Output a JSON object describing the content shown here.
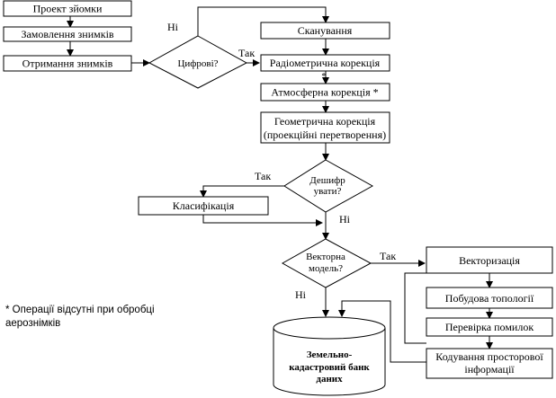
{
  "nodes": {
    "project": "Проект зйомки",
    "order": "Замовлення знимків",
    "receive": "Отримання знимків",
    "digital": "Цифрові?",
    "scan": "Сканування",
    "radiometric": "Радіометрична корекція",
    "atmospheric": "Атмосферна корекція *",
    "geometric_1": "Геометрична корекція",
    "geometric_2": "(проекційні перетворення)",
    "decode_1": "Дешифр",
    "decode_2": "увати?",
    "classification": "Класифікація",
    "vector_model_1": "Векторна",
    "vector_model_2": "модель?",
    "vectorization": "Векторизація",
    "topology": "Побудова топології",
    "errors": "Перевірка помилок",
    "coding_1": "Кодування просторової",
    "coding_2": "інформації",
    "db_1": "Земельно-",
    "db_2": "кадастровий банк",
    "db_3": "даних"
  },
  "labels": {
    "no_digital": "Ні",
    "yes_digital": "Так",
    "star": "*",
    "yes_decode": "Так",
    "no_decode": "Ні",
    "yes_vector": "Так",
    "no_vector": "Ні"
  },
  "note": "* Операції відсутні при обробці аерознімків"
}
